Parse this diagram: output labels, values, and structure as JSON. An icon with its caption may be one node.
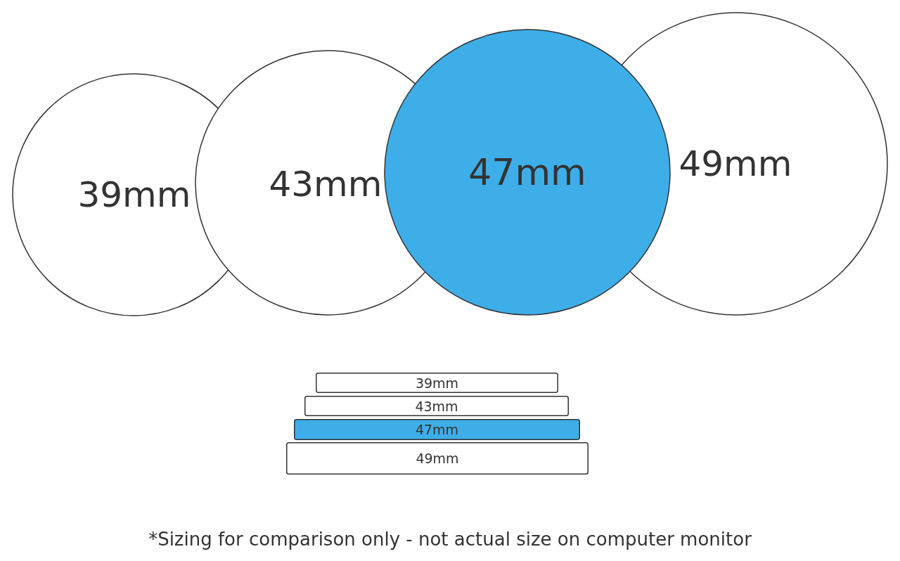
{
  "diagram": {
    "caption": "*Sizing for comparison only - not actual size on computer monitor",
    "nodes": [
      {
        "text": [
          "39mm"
        ]
      },
      {
        "text": [
          "43mm"
        ]
      },
      {
        "text": [
          "47mm"
        ]
      },
      {
        "text": [
          "49mm"
        ]
      },
      {
        "text": [
          "39mm"
        ]
      },
      {
        "text": [
          "43mm"
        ]
      },
      {
        "text": [
          "47mm"
        ]
      },
      {
        "text": [
          "49mm"
        ]
      }
    ]
  }
}
